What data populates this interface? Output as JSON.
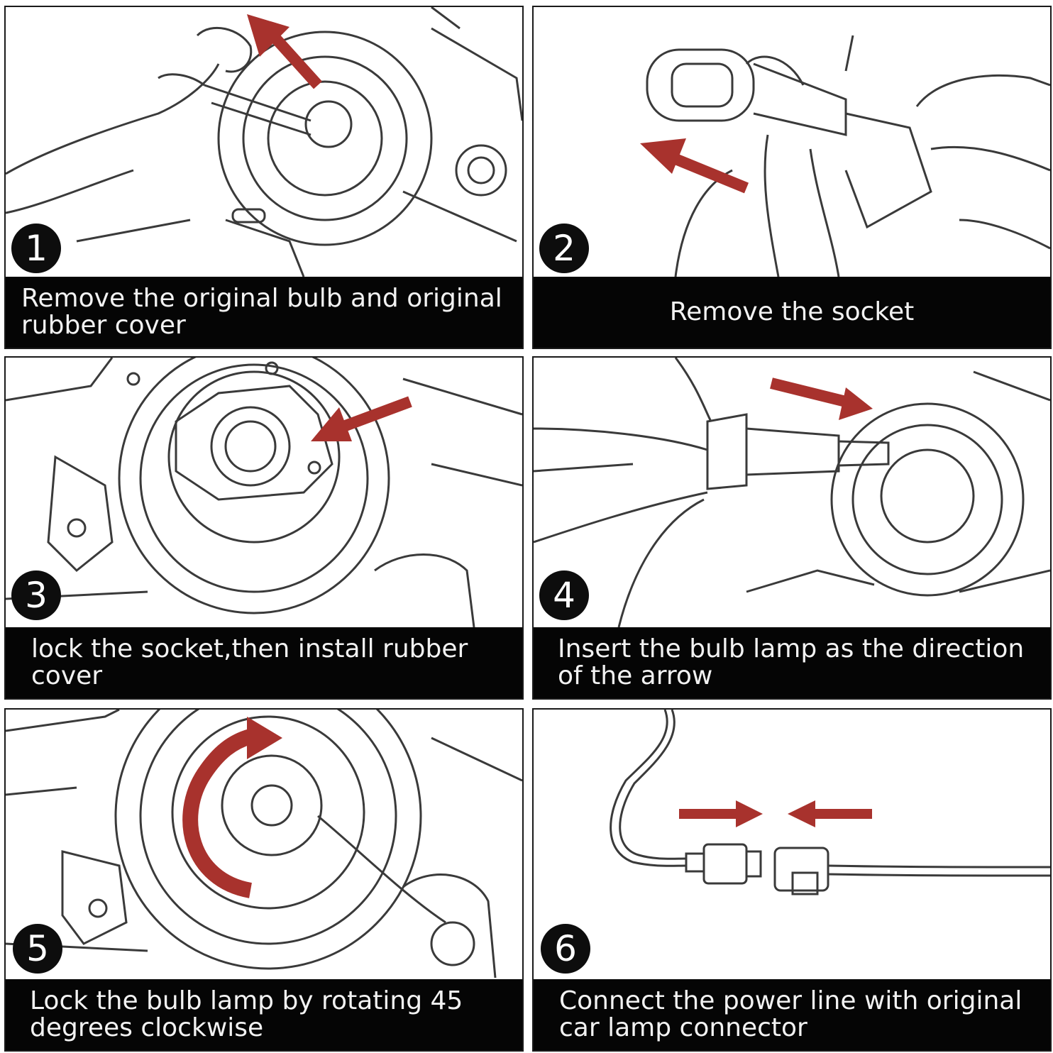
{
  "colors": {
    "arrow": "#a8322d",
    "line": "#3a3a3a",
    "caption_bg": "#050505",
    "caption_text": "#f2f2f2"
  },
  "steps": [
    {
      "number": "1",
      "caption": "Remove the original bulb and original rubber cover"
    },
    {
      "number": "2",
      "caption": "Remove the socket"
    },
    {
      "number": "3",
      "caption": "lock the socket,then install rubber cover"
    },
    {
      "number": "4",
      "caption": "Insert the bulb lamp as the direction of the arrow"
    },
    {
      "number": "5",
      "caption": "Lock the bulb lamp by rotating 45 degrees clockwise"
    },
    {
      "number": "6",
      "caption": "Connect the power line with original car lamp connector"
    }
  ]
}
